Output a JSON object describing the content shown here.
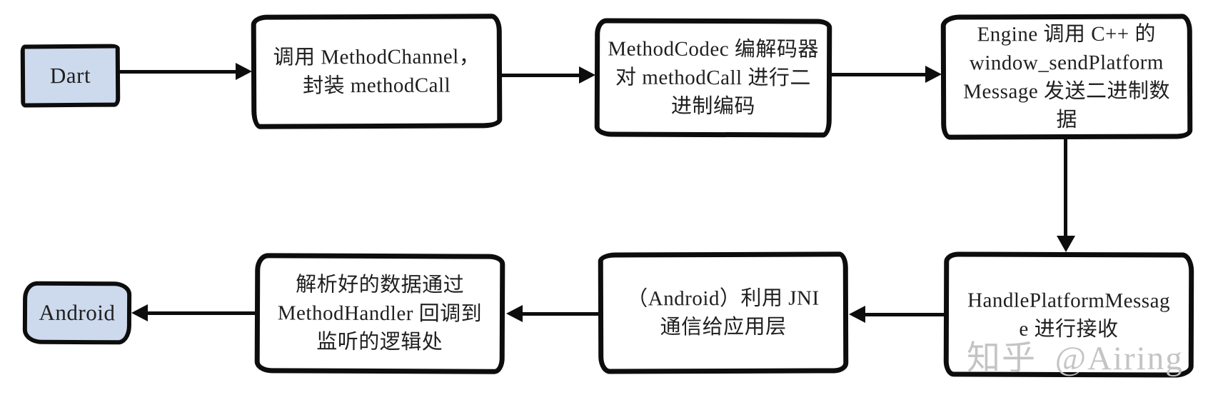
{
  "nodes": {
    "dart": {
      "text": "Dart"
    },
    "step_channel": {
      "text": "调用 MethodChannel，\n封装 methodCall"
    },
    "step_codec": {
      "text": "MethodCodec 编解码器\n对 methodCall 进行二\n进制编码"
    },
    "step_engine": {
      "text": "Engine 调用 C++ 的\nwindow_sendPlatform\nMessage 发送二进制数\n据"
    },
    "step_handle": {
      "text": "HandlePlatformMessag\ne 进行接收"
    },
    "step_jni": {
      "text": "（Android）利用 JNI\n通信给应用层"
    },
    "step_handler": {
      "text": "解析好的数据通过\nMethodHandler 回调到\n监听的逻辑处"
    },
    "android": {
      "text": "Android"
    }
  },
  "edges": [
    {
      "from": "dart",
      "to": "step_channel",
      "direction": "right"
    },
    {
      "from": "step_channel",
      "to": "step_codec",
      "direction": "right"
    },
    {
      "from": "step_codec",
      "to": "step_engine",
      "direction": "right"
    },
    {
      "from": "step_engine",
      "to": "step_handle",
      "direction": "down"
    },
    {
      "from": "step_handle",
      "to": "step_jni",
      "direction": "left"
    },
    {
      "from": "step_jni",
      "to": "step_handler",
      "direction": "left"
    },
    {
      "from": "step_handler",
      "to": "android",
      "direction": "left"
    }
  ],
  "watermark": {
    "text": "知乎 @Airing",
    "color": "#c4c4c4"
  },
  "colors": {
    "endpoint_fill": "#cdd9ec",
    "stroke": "#0d0d0d",
    "text": "#1f1f1f",
    "background": "#ffffff"
  }
}
